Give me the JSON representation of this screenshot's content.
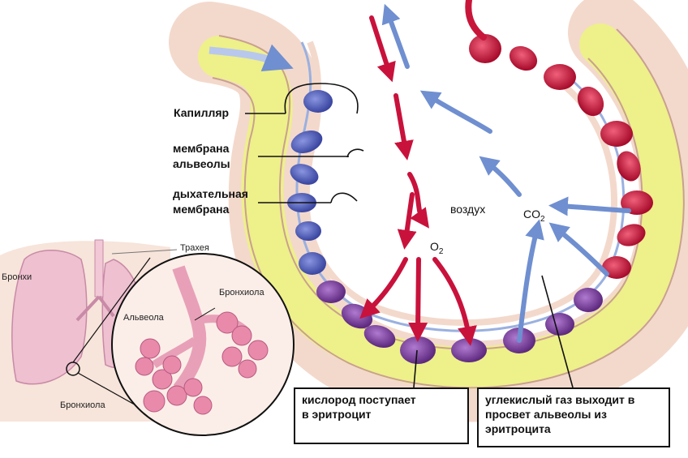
{
  "labels": {
    "capillary": "Капилляр",
    "alveolar_membrane_1": "мембрана",
    "alveolar_membrane_2": "альвеолы",
    "respiratory_membrane_1": "дыхательная",
    "respiratory_membrane_2": "мембрана",
    "air": "воздух",
    "o2_main": "O",
    "o2_sub": "2",
    "co2_main": "CO",
    "co2_sub": "2"
  },
  "boxes": {
    "oxygen_1": "кислород поступает",
    "oxygen_2": "в эритроцит",
    "co2_1": "углекислый газ выходит в",
    "co2_2": "просвет альвеолы из",
    "co2_3": "эритроцита"
  },
  "inset": {
    "trachea": "Трахея",
    "bronchi": "Бронхи",
    "bronchiole_left": "Бронхиола",
    "bronchiole_zoom": "Бронхиола",
    "alveola": "Альвеола"
  },
  "colors": {
    "oxygen_arrow": "#c8123c",
    "co2_arrow": "#6f8fd0",
    "capillary_fill": "#eef08a",
    "wall": "#f3d9cc",
    "blue_cell": "#4a56b0",
    "purple_cell": "#7a3c9a",
    "red_cell": "#c8163a"
  }
}
